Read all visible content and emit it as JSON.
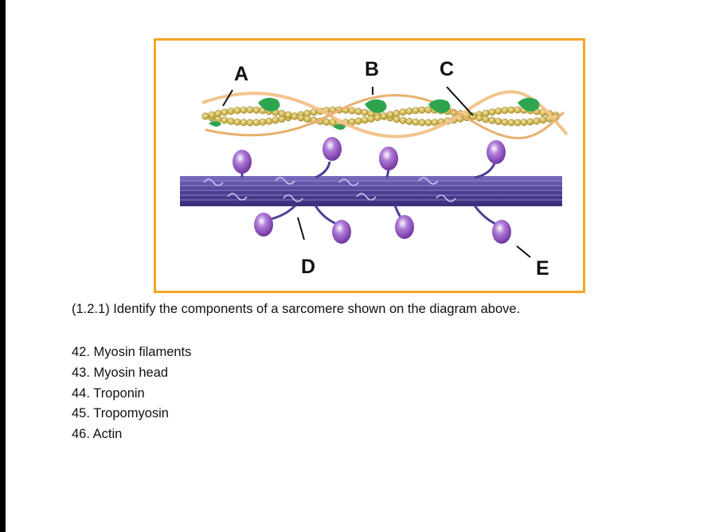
{
  "diagram": {
    "labels": {
      "a": "A",
      "b": "B",
      "c": "C",
      "d": "D",
      "e": "E"
    }
  },
  "question": "(1.2.1) Identify the components of a sarcomere shown on the diagram above.",
  "answers": [
    "42. Myosin filaments",
    "43. Myosin head",
    "44. Troponin",
    "45. Tropomyosin",
    "46. Actin"
  ],
  "colors": {
    "frame": "#f5a623",
    "myosin": "#5a4a9c",
    "head": "#9b59b6",
    "troponin": "#2ea44f",
    "tropomyosin": "#f2c48d",
    "actin": "#d4b84a"
  }
}
